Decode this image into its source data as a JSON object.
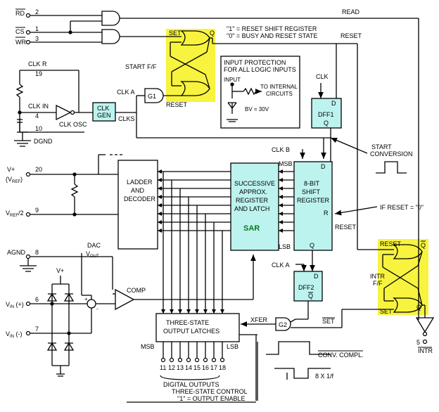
{
  "signals": {
    "rd": "RD",
    "cs": "CS",
    "wr": "WR",
    "read": "READ",
    "reset_top": "RESET",
    "clk_r": "CLK R",
    "clk_in": "CLK IN",
    "dgnd": "DGND",
    "clk_osc": "CLK OSC",
    "vplus_ref_a": "V+",
    "vplus_ref_b": "(V",
    "vplus_ref_sub": "REF",
    "vplus_ref_c": ")",
    "vref2_a": "V",
    "vref2_sub": "REF",
    "vref2_b": "/2",
    "agnd": "AGND",
    "vin_plus": "V",
    "vin_plus_sub": "IN",
    "vin_plus_b": " (+)",
    "vin_minus": "V",
    "vin_minus_sub": "IN",
    "vin_minus_b": " (-)",
    "vplus": "V+",
    "comp": "COMP",
    "dac": "DAC",
    "vout_a": "V",
    "vout_sub": "OUT",
    "msb_out": "MSB",
    "lsb_out": "LSB",
    "digital_outputs": "DIGITAL OUTPUTS",
    "three_state_ctrl": "THREE-STATE CONTROL",
    "output_enable": "\"1\" = OUTPUT ENABLE",
    "intr": "INTR",
    "clk_a_g1": "CLK A",
    "clk_b": "CLK B",
    "clk_a_dff2": "CLK A",
    "clk_dff1": "CLK",
    "clks": "CLKS",
    "xfer": "XFER",
    "set_g2": "SET",
    "conv_compl": "CONV. COMPL.",
    "freq": "8 X 1/f",
    "start_conversion_1": "START",
    "start_conversion_2": "CONVERSION",
    "if_reset": "IF RESET = \"0\"",
    "reset_sr": "RESET",
    "msb_sr": "MSB",
    "lsb_sr": "LSB"
  },
  "pins": {
    "p2": "2",
    "p1": "1",
    "p3": "3",
    "p19": "19",
    "p4": "4",
    "p10": "10",
    "p20": "20",
    "p9": "9",
    "p8": "8",
    "p6": "6",
    "p7": "7",
    "p5": "5",
    "outs": [
      "11",
      "12",
      "13",
      "14",
      "15",
      "16",
      "17",
      "18"
    ]
  },
  "notes": {
    "reset_line1": "\"1\" = RESET SHIFT REGISTER",
    "reset_line2": "\"0\" = BUSY AND RESET STATE"
  },
  "start_ff": {
    "set": "SET",
    "reset": "RESET",
    "q": "Q",
    "label": "START F/F"
  },
  "intr_ff": {
    "reset": "RESET",
    "set": "SET",
    "qbar": "Q",
    "q": "Q",
    "label_1": "INTR",
    "label_2": "F/F"
  },
  "protection": {
    "title_1": "INPUT PROTECTION",
    "title_2": "FOR ALL LOGIC INPUTS",
    "input": "INPUT",
    "to_internal_1": "TO INTERNAL",
    "to_internal_2": "CIRCUITS",
    "bv": "BV = 30V"
  },
  "blocks": {
    "clk_gen_1": "CLK",
    "clk_gen_2": "GEN",
    "g1": "G1",
    "g2": "G2",
    "dff1": "DFF1",
    "dff1_d": "D",
    "dff1_q": "Q",
    "dff2": "DFF2",
    "dff2_d": "D",
    "dff2_q": "Q",
    "ladder_1": "LADDER",
    "ladder_2": "AND",
    "ladder_3": "DECODER",
    "sar_1": "SUCCESSIVE",
    "sar_2": "APPROX.",
    "sar_3": "REGISTER",
    "sar_4": "AND LATCH",
    "sar_name": "SAR",
    "shift_1": "8-BIT",
    "shift_2": "SHIFT",
    "shift_3": "REGISTER",
    "shift_d": "D",
    "shift_r": "R",
    "shift_q": "Q",
    "latch_1": "THREE-STATE",
    "latch_2": "OUTPUT LATCHES"
  },
  "colors": {
    "ff_highlight": "#f7f33f",
    "block_fill": "#bdf3ee"
  }
}
